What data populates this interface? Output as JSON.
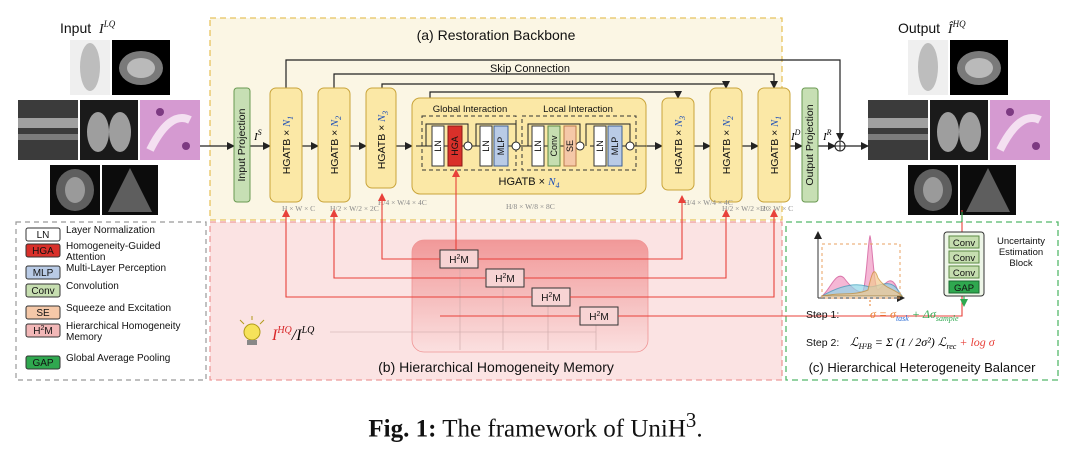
{
  "input_label": "Input",
  "input_symbol": "I",
  "input_sup": "LQ",
  "output_label": "Output",
  "output_symbol": "Î",
  "output_sup": "HQ",
  "backbone_title": "(a) Restoration Backbone",
  "skip_connection": "Skip Connection",
  "input_projection": "Input Projection",
  "output_projection": "Output Projection",
  "i_s": "I",
  "i_s_sup": "S",
  "i_d": "I",
  "i_d_sup": "D",
  "i_r": "I",
  "i_r_sup": "R",
  "hgatb": "HGATB ×",
  "n1": "N",
  "n1_sub": "1",
  "n2": "N",
  "n2_sub": "2",
  "n3": "N",
  "n3_sub": "3",
  "n4": "N",
  "n4_sub": "4",
  "global_interaction": "Global Interaction",
  "local_interaction": "Local Interaction",
  "dim_1": "H × W × C",
  "dim_2": "H/2 × W/2 × 2C",
  "dim_3": "H/4 × W/4 × 4C",
  "dim_4": "H/8 × W/8 × 8C",
  "inner_blocks": {
    "ln": "LN",
    "hga": "HGA",
    "mlp": "MLP",
    "conv": "Conv",
    "se": "SE"
  },
  "memory_title": "(b) Hierarchical Homogeneity Memory",
  "h2m": "H",
  "h2m_sup": "2",
  "h2m_tail": "M",
  "hq_lq_main": "I",
  "hq_sup": "HQ",
  "lq_sup": "LQ",
  "balancer_title": "(c) Hierarchical Heterogeneity  Balancer",
  "ueb_label": "Uncertainty Estimation Block",
  "ueb_items": [
    "Conv",
    "Conv",
    "Conv",
    "GAP"
  ],
  "step1": "Step 1:",
  "step2": "Step 2:",
  "sigma_eq": "σ = σ",
  "sigma_task": "task",
  "sigma_plus": "+ Δσ",
  "sigma_sample": "sample",
  "loss_eq": "ℒ",
  "loss_sub": "H²B",
  "loss_rhs": "= Σ (1 / 2σ²) ℒ",
  "loss_rec": "rec",
  "loss_log": "+ log σ",
  "legend": [
    {
      "key": "LN",
      "desc": "Layer Normalization",
      "color": "#ffffff"
    },
    {
      "key": "HGA",
      "desc": "Homogeneity-Guided Attention",
      "color": "#d9302a"
    },
    {
      "key": "MLP",
      "desc": "Multi-Layer Perception",
      "color": "#b9cbe6"
    },
    {
      "key": "Conv",
      "desc": "Convolution",
      "color": "#c6deb0"
    },
    {
      "key": "SE",
      "desc": "Squeeze and Excitation",
      "color": "#f5c8a8"
    },
    {
      "key": "H2M",
      "desc": "Hierarchical Homogeneity Memory",
      "color": "#f2b7b7"
    },
    {
      "key": "GAP",
      "desc": "Global Average Pooling",
      "color": "#2fa84f"
    }
  ],
  "caption_bold": "Fig. 1:",
  "caption_text": "The framework of UniH",
  "caption_sup": "3",
  "caption_end": ".",
  "colors": {
    "backbone_bg": "#fbf6e4",
    "backbone_border": "#e7c25e",
    "block_fill": "#fbe8a6",
    "block_border": "#c9a43a",
    "memory_bg": "#fbe3e3",
    "memory_border": "#ee9b9b",
    "balancer_border": "#55b86a",
    "projection_fill": "#c7dfb4",
    "arrow_red": "#e8413a"
  }
}
